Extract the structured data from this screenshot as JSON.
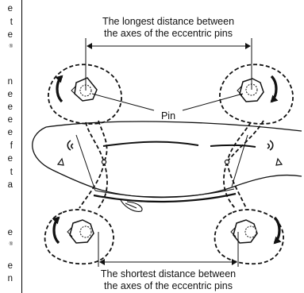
{
  "side_text": [
    "e",
    "t",
    "e",
    "®",
    "",
    "n",
    "e",
    "e",
    "e",
    "e",
    "f",
    "e",
    "t",
    "a",
    "",
    "e",
    "®",
    "e",
    "n"
  ],
  "labels": {
    "top_line1": "The longest distance between",
    "top_line2": "the axes of the eccentric pins",
    "pin": "Pin",
    "bottom_line1": "The shortest distance between",
    "bottom_line2": "the axes of the eccentric pins"
  },
  "colors": {
    "line": "#111111",
    "fill": "#ffffff"
  }
}
